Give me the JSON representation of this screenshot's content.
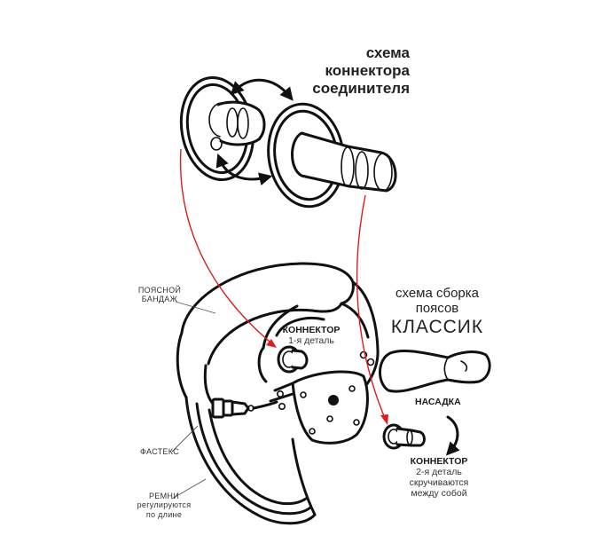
{
  "colors": {
    "line": "#111111",
    "arrow": "#e01b1b",
    "background": "#ffffff"
  },
  "labels": {
    "connector_scheme": [
      "схема",
      "коннектора",
      "соединителя"
    ],
    "assembly_scheme": {
      "line1": "схема сборка",
      "line2": "поясов",
      "line3": "КЛАССИК"
    },
    "belt": [
      "ПОЯСНОЙ",
      "БАНДАЖ"
    ],
    "fastex": "ФАСТЕКС",
    "straps": [
      "РЕМНИ",
      "регулируются",
      "по длине"
    ],
    "connector1": {
      "title": "КОННЕКТОР",
      "sub": "1-я деталь"
    },
    "attachment": "НАСАДКА",
    "connector2": {
      "title": "КОННЕКТОР",
      "sub": [
        "2-я деталь",
        "скручиваются",
        "между собой"
      ]
    }
  }
}
